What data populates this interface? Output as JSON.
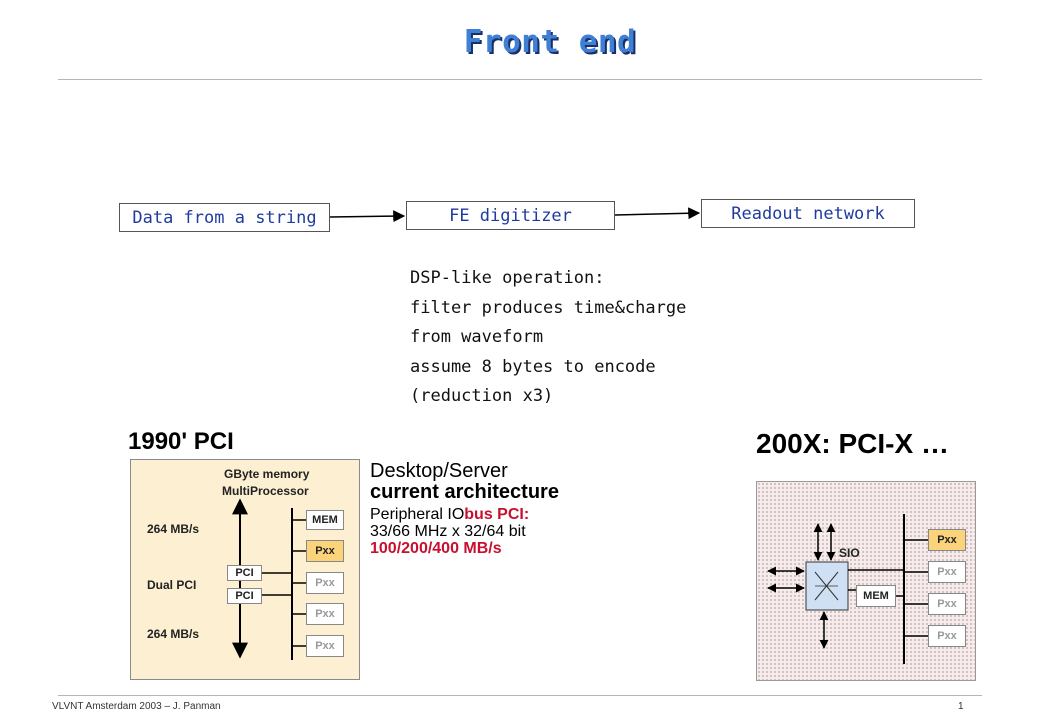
{
  "slide": {
    "title": "Front end",
    "footer_left": "VLVNT Amsterdam 2003 – J. Panman",
    "page_number": "1"
  },
  "flow": {
    "box1": "Data from a string",
    "box2": "FE digitizer",
    "box3": "Readout network"
  },
  "dsp_text": [
    "DSP-like operation:",
    "filter produces time&charge",
    "from waveform",
    "assume 8 bytes to encode",
    "(reduction x3)"
  ],
  "pci1990": {
    "heading": "1990' PCI",
    "gbyte_line1": "GByte memory",
    "gbyte_line2": "MultiProcessor",
    "rate_top": "264  MB/s",
    "dual_pci": "Dual PCI",
    "rate_bottom": "264  MB/s",
    "pci_labels": [
      "PCI",
      "PCI"
    ],
    "mem_label": "MEM",
    "pxx_labels": [
      "Pxx",
      "Pxx",
      "Pxx",
      "Pxx"
    ]
  },
  "desktop": {
    "line1": "Desktop/Server",
    "line2": "current architecture",
    "line3_a": "Peripheral IO",
    "line3_b": "bus PCI:",
    "line4": "33/66 MHz x 32/64 bit",
    "line5": "100/200/400 MB/s"
  },
  "pcix": {
    "heading": "200X: PCI-X …",
    "sio_label": "SIO",
    "mem_label": "MEM",
    "pxx_labels": [
      "Pxx",
      "Pxx",
      "Pxx",
      "Pxx"
    ]
  },
  "colors": {
    "title": "#3f7fd6",
    "flow_text": "#1f3b9e",
    "highlight_red": "#c8102e",
    "pxx_active": "#fbd37a",
    "panel1_bg": "#fdf0d2",
    "switch_bg": "#cfe0f4"
  }
}
